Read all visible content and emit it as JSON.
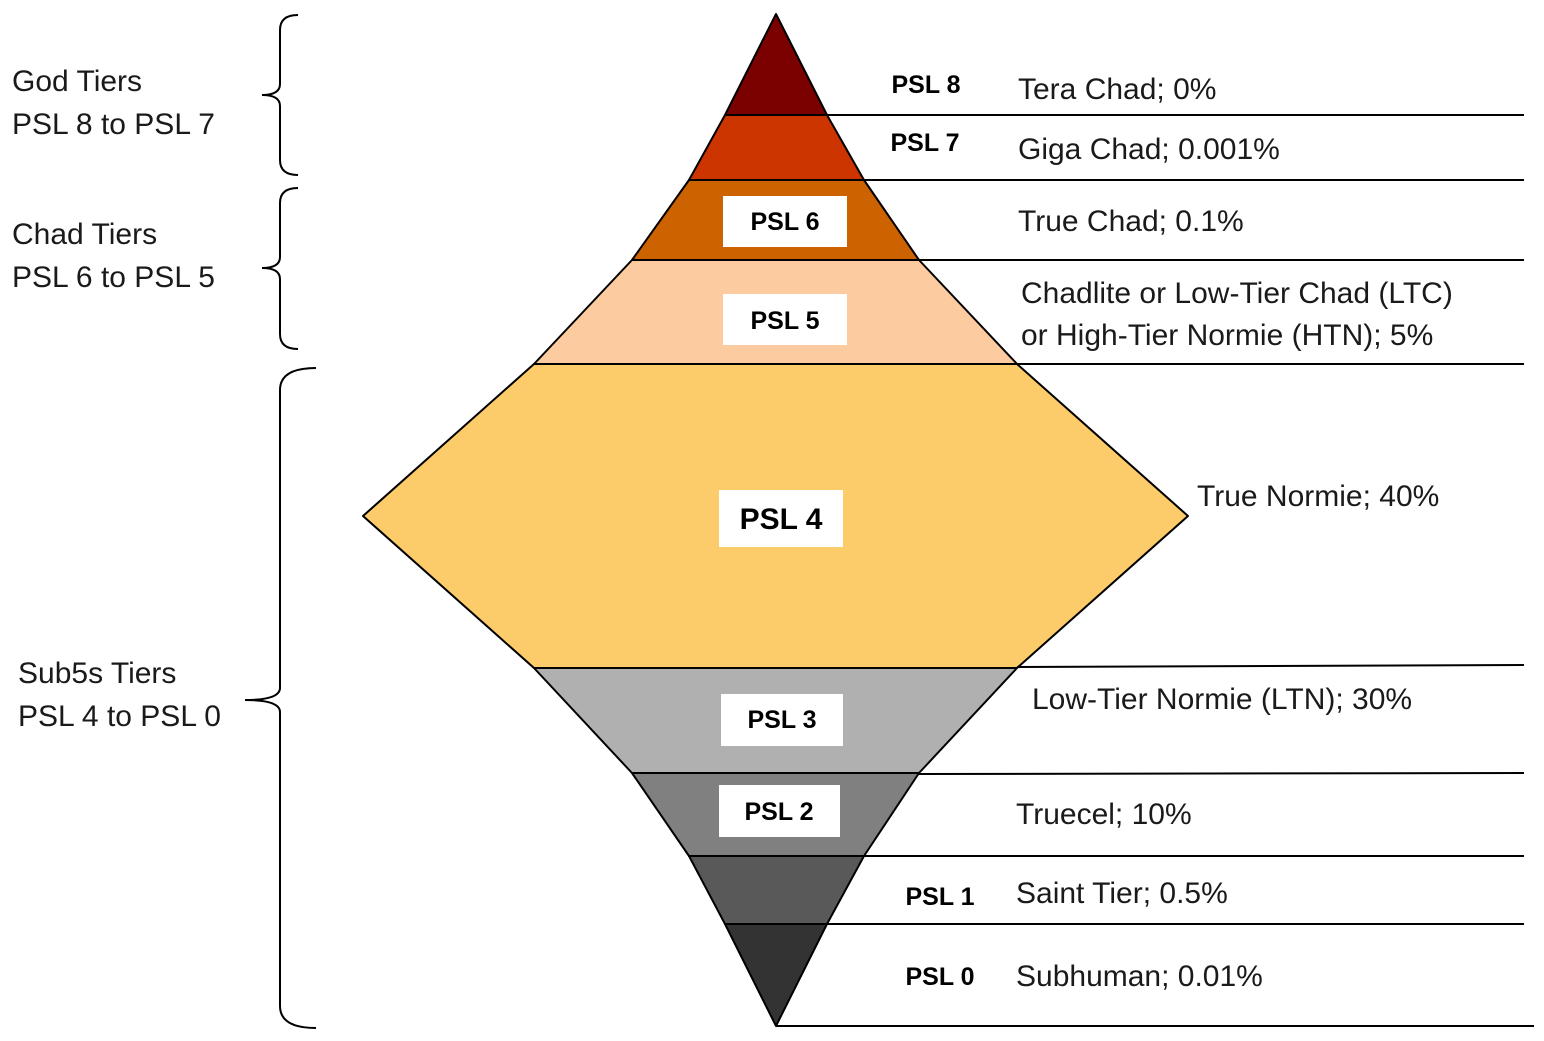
{
  "groups": [
    {
      "line1": "God Tiers",
      "line2": "PSL 8 to PSL 7"
    },
    {
      "line1": "Chad Tiers",
      "line2": "PSL 6 to PSL 5"
    },
    {
      "line1": "Sub5s Tiers",
      "line2": "PSL 4 to PSL 0"
    }
  ],
  "levels": [
    {
      "psl": "PSL 8",
      "desc": "Tera Chad; 0%",
      "color": "#7b0000"
    },
    {
      "psl": "PSL 7",
      "desc": "Giga Chad; 0.001%",
      "color": "#cc3400"
    },
    {
      "psl": "PSL 6",
      "desc": "True Chad; 0.1%",
      "color": "#cc6200"
    },
    {
      "psl": "PSL 5",
      "desc": "Chadlite or Low-Tier Chad (LTC)",
      "desc2": "or High-Tier Normie (HTN); 5%",
      "color": "#fdcba0"
    },
    {
      "psl": "PSL 4",
      "desc": "True Normie; 40%",
      "color": "#fdcc6a"
    },
    {
      "psl": "PSL 3",
      "desc": "Low-Tier Normie (LTN); 30%",
      "color": "#b0b0b0"
    },
    {
      "psl": "PSL 2",
      "desc": "Truecel; 10%",
      "color": "#808080"
    },
    {
      "psl": "PSL 1",
      "desc": "Saint Tier; 0.5%",
      "color": "#595959"
    },
    {
      "psl": "PSL 0",
      "desc": "Subhuman; 0.01%",
      "color": "#333333"
    }
  ]
}
